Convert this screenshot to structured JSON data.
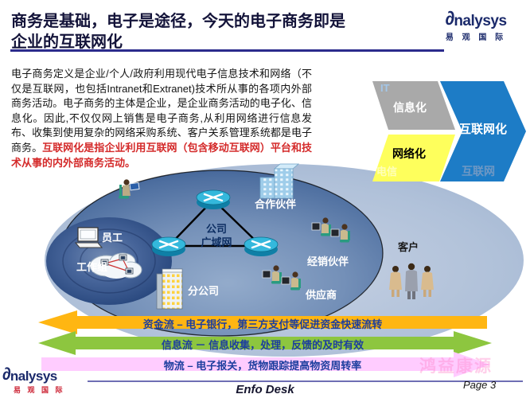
{
  "header": {
    "title_line1": "商务是基础，电子是途径，今天的电子商务即是",
    "title_line2": "企业的互联网化",
    "logo": {
      "swoosh": "∂",
      "brand": "nalysys",
      "cn": "易 观 国 际"
    }
  },
  "intro": {
    "text_main": "电子商务定义是企业/个人/政府利用现代电子信息技术和网络（不仅是互联网，也包括Intranet和Extranet)技术所从事的各项内外部商务活动。电子商务的主体是企业，是企业商务活动的电子化、信息化。因此,不仅仅网上销售是电子商务,从利用网络进行信息发布、收集到使用复杂的网络采购系统、客户关系管理系统都是电子商务。",
    "text_red": "互联网化是指企业利用互联网（包含移动互联网）平台和技术从事的内外部商务活动。"
  },
  "stages": {
    "it": "IT",
    "xinxihua": "信息化",
    "wangluohua": "网络化",
    "dianxin": "电信",
    "hulianwanghua": "互联网化",
    "hulianwang": "互联网",
    "colors": {
      "gray": "#a9a9a9",
      "yellow": "#feff5c",
      "blue": "#1d7cc6"
    }
  },
  "diagram": {
    "employees": "员工",
    "workgroup": "工作组",
    "branch": "分公司",
    "wan_line1": "公司",
    "wan_line2": "广域网",
    "partner": "合作伙伴",
    "distributor": "经销伙伴",
    "supplier": "供应商",
    "customer": "客户"
  },
  "flows": [
    {
      "name": "funds-flow",
      "text": "资金流 – 电子银行，第三方支付等促进资金快速流转",
      "color": "#ffb612"
    },
    {
      "name": "info-flow",
      "text": "信息流 － 信息收集，处理，反馈的及时有效",
      "color": "#8dc63f"
    },
    {
      "name": "logistics-flow",
      "text": "物流 – 电子报关，货物跟踪提高物资周转率",
      "color": "#ffccff"
    }
  ],
  "footer": {
    "logo": {
      "swoosh": "∂",
      "brand": "nalysys",
      "cn": "易 观 国 际"
    },
    "center_text": "Enfo Desk",
    "page": "Page 3",
    "watermark": "鸿益康源"
  }
}
